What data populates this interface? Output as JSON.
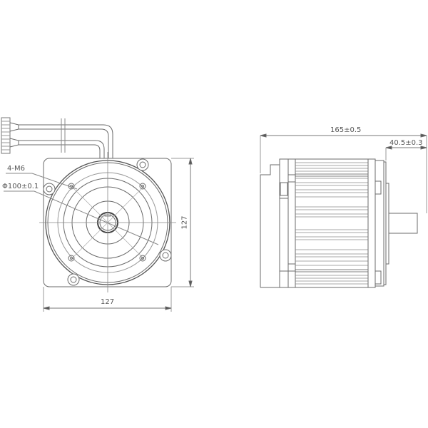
{
  "drawing": {
    "subject": "motor outline dimension drawing",
    "front_view": {
      "annotations": {
        "holes": "4-M6",
        "pilot_diameter": "Φ100±0.1",
        "width": "127",
        "height": "127"
      }
    },
    "side_view": {
      "annotations": {
        "overall_length": "165±0.5",
        "shaft_length": "40.5±0.3"
      }
    },
    "colors": {
      "line": "#6b6b6b",
      "thin_line": "#9a9a9a",
      "text": "#555555",
      "background": "#ffffff"
    }
  }
}
